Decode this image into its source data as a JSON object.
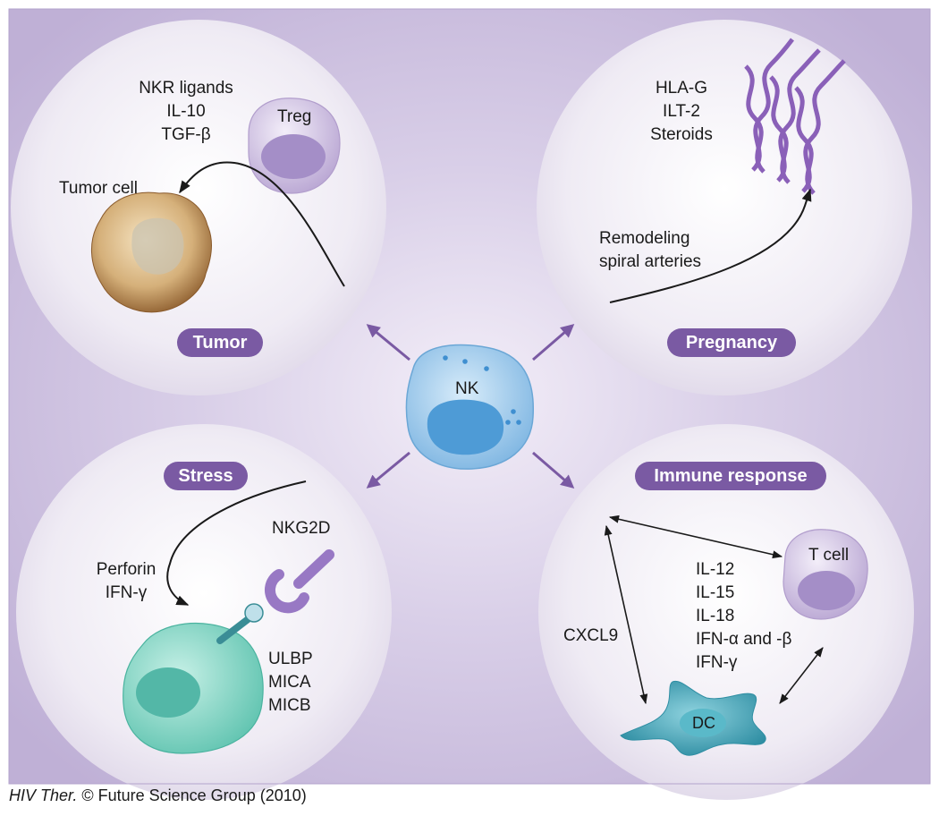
{
  "tumor": {
    "title": "Tumor",
    "factors": [
      "NKR ligands",
      "IL-10",
      "TGF-β"
    ],
    "treg_label": "Treg",
    "tumor_cell_label": "Tumor cell"
  },
  "pregnancy": {
    "title": "Pregnancy",
    "factors": [
      "HLA-G",
      "ILT-2",
      "Steroids"
    ],
    "remodeling": [
      "Remodeling",
      "spiral arteries"
    ]
  },
  "center": {
    "nk_label": "NK"
  },
  "stress": {
    "title": "Stress",
    "nkg2d_label": "NKG2D",
    "effectors": [
      "Perforin",
      "IFN-γ"
    ],
    "ligands": [
      "ULBP",
      "MICA",
      "MICB"
    ]
  },
  "immune": {
    "title": "Immune response",
    "t_cell_label": "T cell",
    "cytokines": [
      "IL-12",
      "IL-15",
      "IL-18",
      "IFN-α and -β",
      "IFN-γ"
    ],
    "chemokine": "CXCL9",
    "dc_label": "DC"
  },
  "credit": {
    "journal": "HIV Ther.",
    "rest": " © Future Science Group (2010)"
  },
  "colors": {
    "accent": "#7a5aa3",
    "background": "#c9bcdc",
    "nk_cell": "#9ccbee",
    "stress_cell": "#7fd6c4",
    "dc": "#3d9db0"
  }
}
